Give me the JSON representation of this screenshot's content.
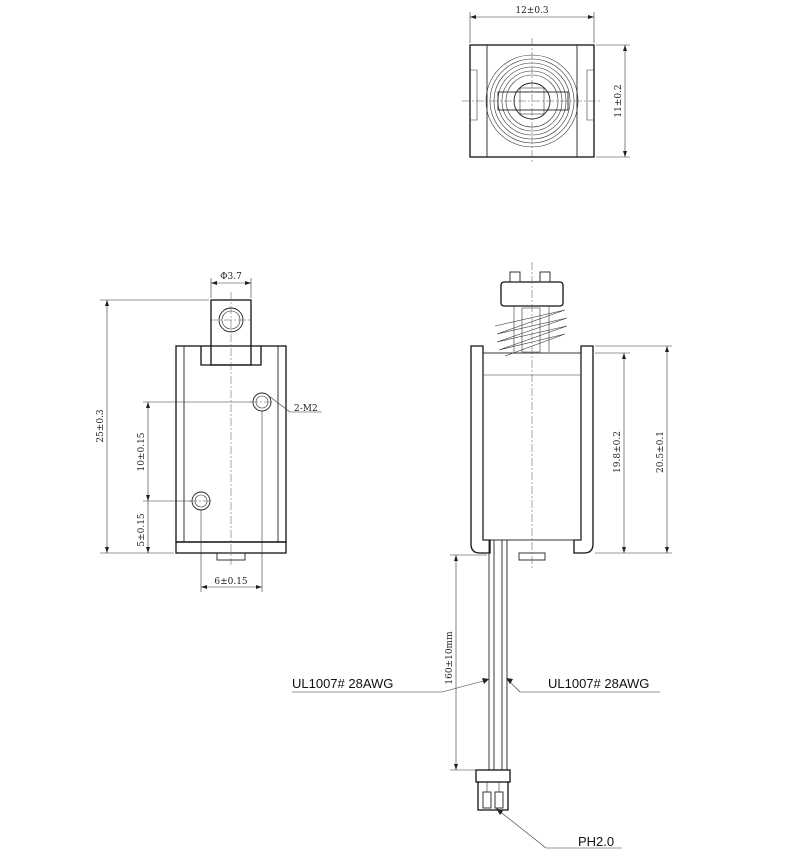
{
  "top_view": {
    "width_dim": "12±0.3",
    "height_dim": "11±0.2"
  },
  "front_view": {
    "diameter_dim": "Φ3.7",
    "overall_height_dim": "25±0.3",
    "hole_spacing_dim": "10±0.15",
    "hole_offset_dim": "5±0.15",
    "hole_label": "2-M2",
    "hole_horizontal_dim": "6±0.15"
  },
  "side_view": {
    "inner_height_dim": "19.8±0.2",
    "outer_height_dim": "20.5±0.1",
    "lead_length_dim": "160±10mm",
    "wire_left_label": "UL1007# 28AWG",
    "wire_right_label": "UL1007# 28AWG",
    "connector_label": "PH2.0"
  }
}
